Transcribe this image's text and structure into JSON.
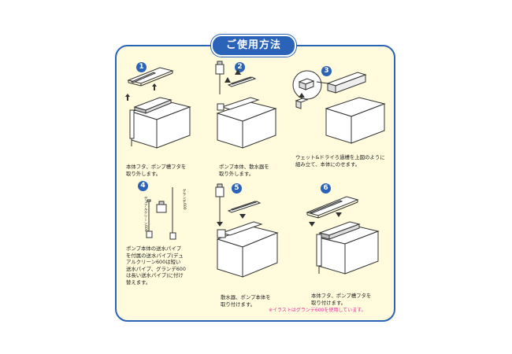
{
  "title": "ご使用方法",
  "steps": [
    {
      "number": "1",
      "caption": "本体フタ、ポンプ槽フタを\n取り外します。"
    },
    {
      "number": "2",
      "caption": "ポンプ本体、散水器を\n取り外します。"
    },
    {
      "number": "3",
      "caption": "ウェット&ドライろ過槽を上図のように\n組み立て、本体にのせます。"
    },
    {
      "number": "4",
      "caption": "ポンプ本体の送水パイプ\nを付属の送水パイプ(デュ\nアルクリーン600は短い\n送水パイプ、グランデ600\nは長い送水パイプ)に付け\n替えます。"
    },
    {
      "number": "5",
      "caption": "散水器、ポンプ本体を\n取り付けます。"
    },
    {
      "number": "6",
      "caption": "本体フタ、ポンプ槽フタを\n取り付けます。"
    }
  ],
  "pipe_labels": {
    "short": "デュアルクリーン600",
    "long": "グランデ600"
  },
  "note": "※イラストはグランデ600を使用しています。",
  "colors": {
    "accent": "#2a63b8",
    "panel_bg": "#fffbdc",
    "note": "#e0399a"
  }
}
